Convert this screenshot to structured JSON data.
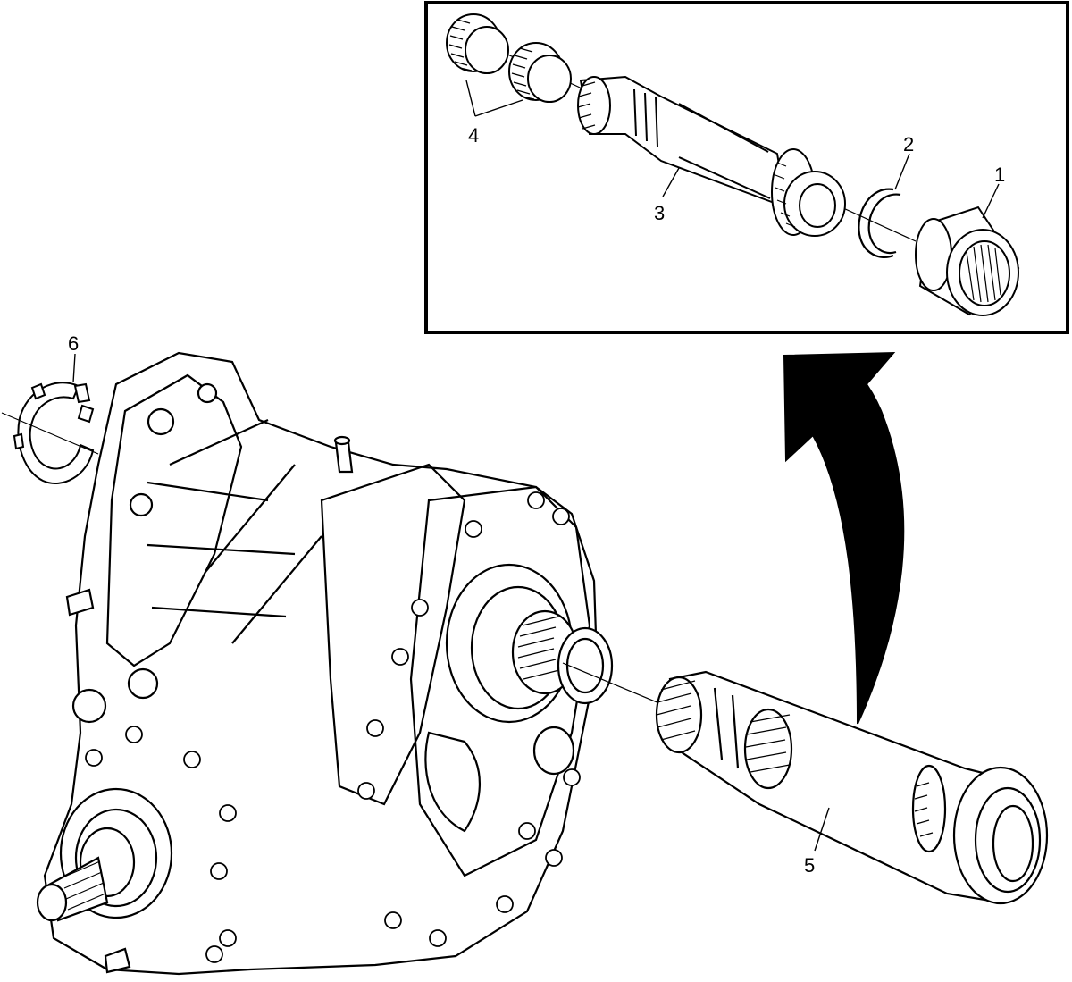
{
  "diagram": {
    "callouts": [
      {
        "id": "callout-1",
        "label": "1"
      },
      {
        "id": "callout-2",
        "label": "2"
      },
      {
        "id": "callout-3",
        "label": "3"
      },
      {
        "id": "callout-4",
        "label": "4"
      },
      {
        "id": "callout-5",
        "label": "5"
      },
      {
        "id": "callout-6",
        "label": "6"
      }
    ]
  },
  "colors": {
    "line": "#000000",
    "fill": "#ffffff",
    "arrow": "#000000"
  }
}
